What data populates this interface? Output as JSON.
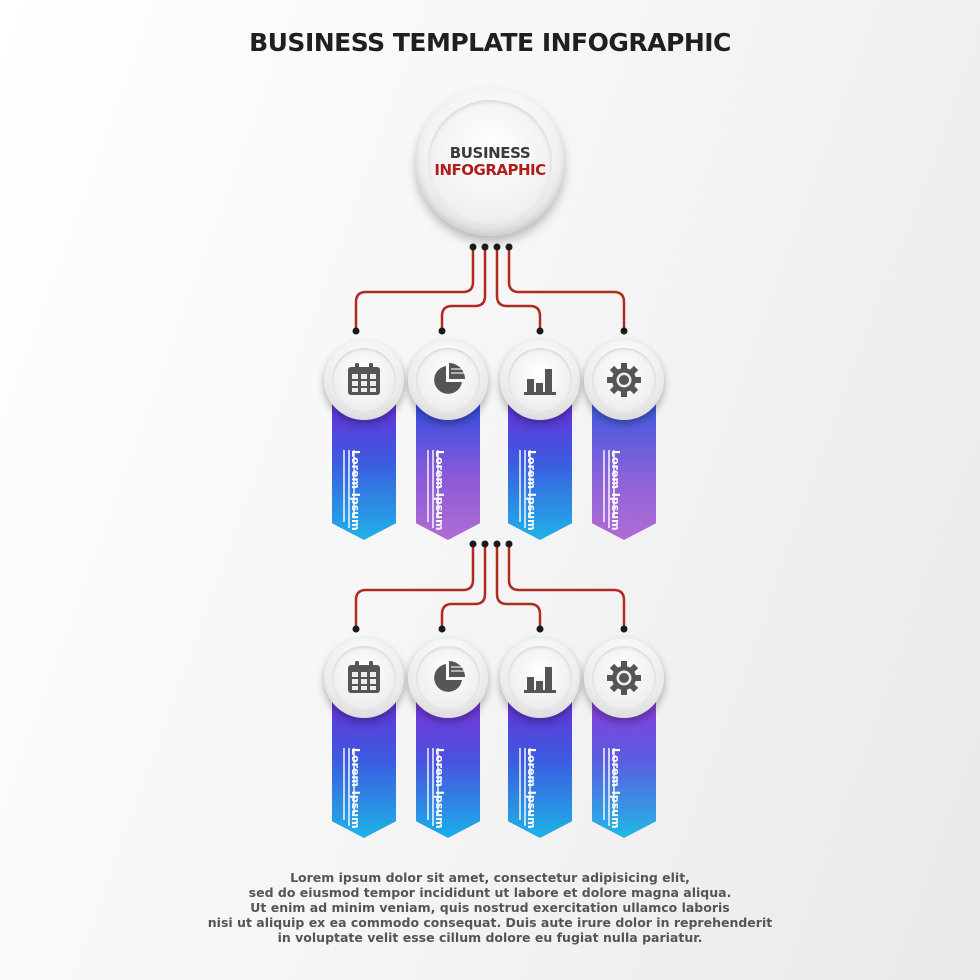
{
  "title": "BUSINESS TEMPLATE  INFOGRAPHIC",
  "center": {
    "line1": "BUSINESS",
    "line2": "INFOGRAPHIC"
  },
  "colors": {
    "connector": "#b02a1e",
    "title": "#1f1f1f",
    "accent_red": "#b11c1c"
  },
  "rows": [
    {
      "nodes": [
        {
          "icon": "calendar-icon",
          "label": "Lorem Ipsum",
          "band": "blue"
        },
        {
          "icon": "pie-chart-icon",
          "label": "Lorem Ipsum",
          "band": "purple"
        },
        {
          "icon": "bar-chart-icon",
          "label": "Lorem Ipsum",
          "band": "blue"
        },
        {
          "icon": "gear-icon",
          "label": "Lorem Ipsum",
          "band": "purple"
        }
      ]
    },
    {
      "nodes": [
        {
          "icon": "calendar-icon",
          "label": "Lorem Ipsum",
          "band": "blue"
        },
        {
          "icon": "pie-chart-icon",
          "label": "Lorem Ipsum",
          "band": "blue"
        },
        {
          "icon": "bar-chart-icon",
          "label": "Lorem Ipsum",
          "band": "blue"
        },
        {
          "icon": "gear-icon",
          "label": "Lorem Ipsum",
          "band": "blue"
        }
      ]
    }
  ],
  "body_text": [
    "Lorem ipsum dolor sit amet, consectetur adipisicing elit,",
    "sed do eiusmod tempor incididunt ut labore et dolore magna aliqua.",
    "Ut enim ad minim veniam, quis nostrud exercitation ullamco laboris",
    "nisi ut aliquip ex ea commodo consequat. Duis aute irure dolor in reprehenderit",
    "in voluptate velit esse cillum dolore eu fugiat nulla pariatur."
  ]
}
